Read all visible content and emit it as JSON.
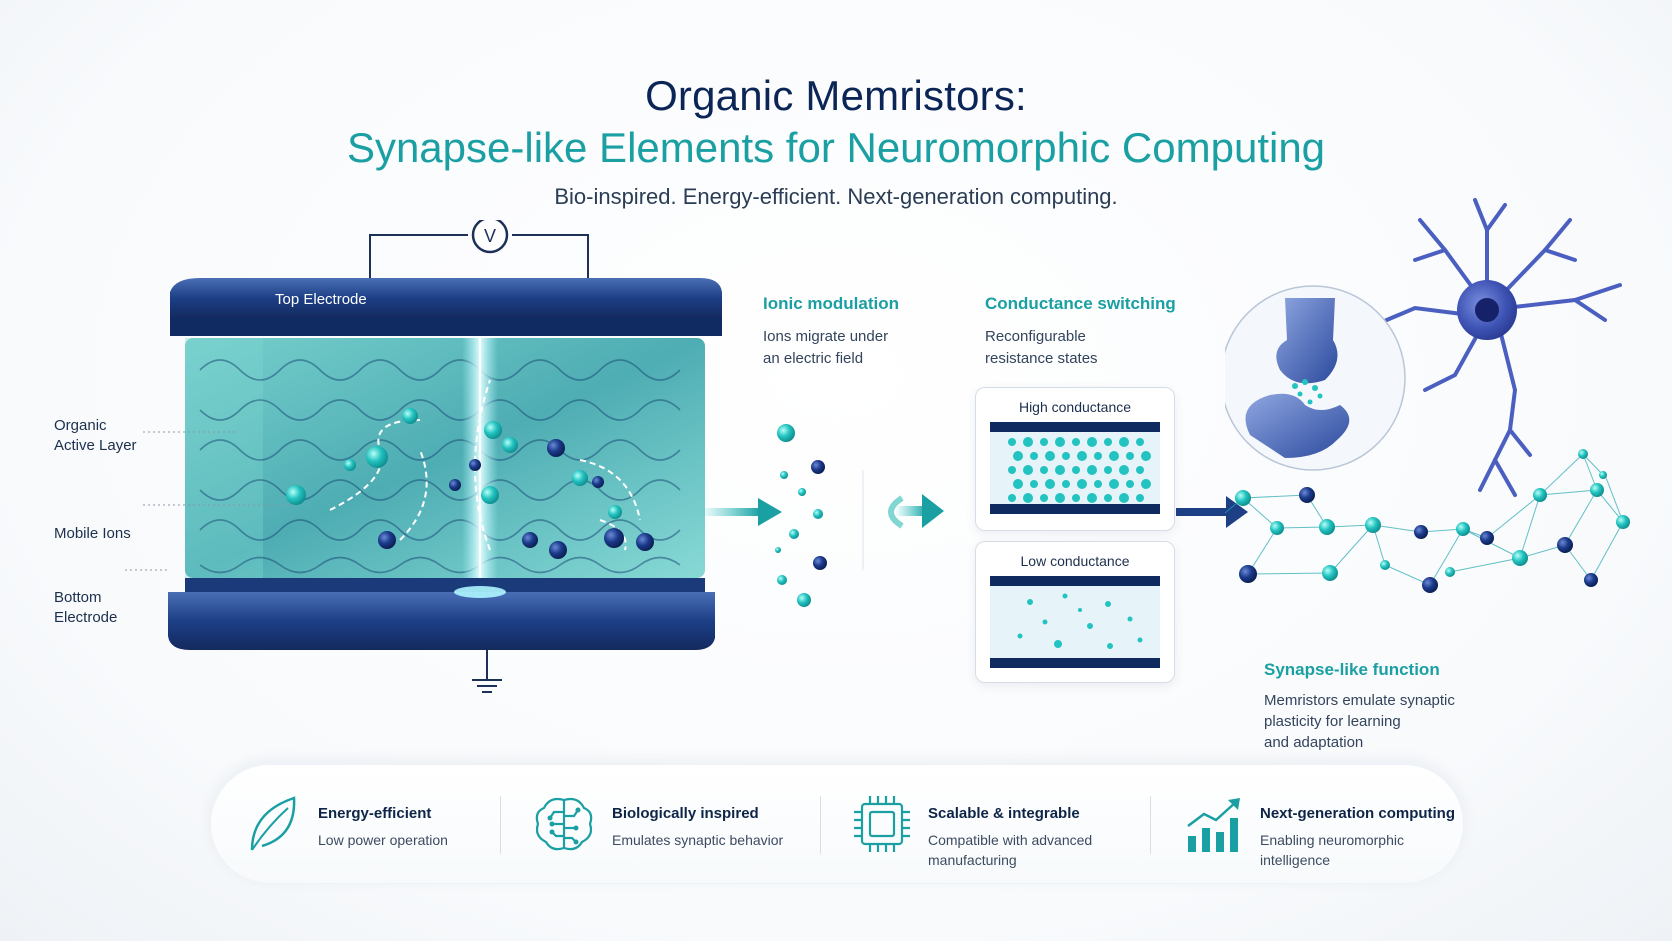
{
  "title": {
    "line1": "Organic Memristors:",
    "line2": "Synapse-like Elements for Neuromorphic Computing",
    "tagline": "Bio-inspired. Energy-efficient. Next-generation computing."
  },
  "device": {
    "voltmeter_symbol": "V",
    "top_electrode": "Top Electrode",
    "active_layer": "Organic\nActive Layer",
    "mobile_ions": "Mobile Ions",
    "bottom_electrode": "Bottom\nElectrode"
  },
  "steps": [
    {
      "title": "Ionic modulation",
      "desc_line1": "Ions migrate under",
      "desc_line2": "an electric field"
    },
    {
      "title": "Conductance switching",
      "desc_line1": "Reconfigurable",
      "desc_line2": "resistance states"
    }
  ],
  "states": {
    "high": "High conductance",
    "low": "Low conductance"
  },
  "synapse": {
    "title": "Synapse-like function",
    "desc_line1": "Memristors emulate synaptic",
    "desc_line2": "plasticity for learning",
    "desc_line3": "and adaptation"
  },
  "features": [
    {
      "title": "Energy-efficient",
      "desc_line1": "Low power operation",
      "desc_line2": "",
      "icon": "leaf-icon"
    },
    {
      "title": "Biologically inspired",
      "desc_line1": "Emulates synaptic behavior",
      "desc_line2": "",
      "icon": "brain-icon"
    },
    {
      "title": "Scalable & integrable",
      "desc_line1": "Compatible with advanced",
      "desc_line2": "manufacturing",
      "icon": "chip-icon"
    },
    {
      "title": "Next-generation computing",
      "desc_line1": "Enabling neuromorphic",
      "desc_line2": "intelligence",
      "icon": "growth-chart-icon"
    }
  ],
  "colors": {
    "navy": "#0b2556",
    "teal": "#1a9fa3",
    "electrode_blue": "#1d3f86",
    "ion_teal": "#22c3c0",
    "ion_navy": "#0d2a6b"
  }
}
